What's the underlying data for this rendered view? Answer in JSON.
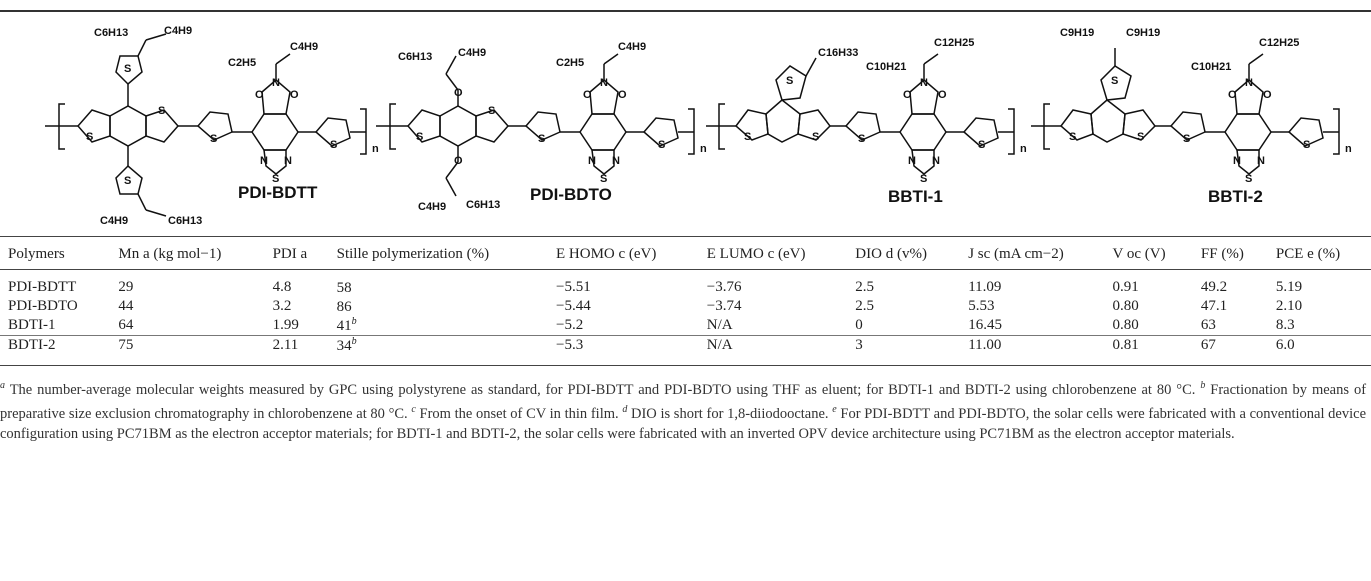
{
  "structures": {
    "labels": [
      "PDI-BDTT",
      "PDI-BDTO",
      "BBTI-1",
      "BBTI-2"
    ],
    "atoms": {
      "sulfur": "S",
      "nitrogen": "N",
      "oxygen": "O",
      "repeat": "n",
      "c6h13": "C6H13",
      "c4h9": "C4H9",
      "c2h5": "C2H5",
      "c16h33": "C16H33",
      "c12h25": "C12H25",
      "c10h21": "C10H21",
      "c9h19": "C9H19"
    }
  },
  "table": {
    "headers": [
      "Polymers",
      "Mn a (kg mol−1)",
      "PDI a",
      "Stille polymerization (%)",
      "E HOMO c (eV)",
      "E LUMO c (eV)",
      "DIO d (v%)",
      "J sc (mA cm−2)",
      "V oc (V)",
      "FF (%)",
      "PCE e (%)"
    ],
    "rows": [
      [
        "PDI-BDTT",
        "29",
        "4.8",
        "58",
        "−5.51",
        "−3.76",
        "2.5",
        "11.09",
        "0.91",
        "49.2",
        "5.19"
      ],
      [
        "PDI-BDTO",
        "44",
        "3.2",
        "86",
        "−5.44",
        "−3.74",
        "2.5",
        "5.53",
        "0.80",
        "47.1",
        "2.10"
      ],
      [
        "BDTI-1",
        "64",
        "1.99",
        "41",
        "−5.2",
        "N/A",
        "0",
        "16.45",
        "0.80",
        "63",
        "8.3"
      ],
      [
        "BDTI-2",
        "75",
        "2.11",
        "34",
        "−5.3",
        "N/A",
        "3",
        "11.00",
        "0.81",
        "67",
        "6.0"
      ]
    ],
    "stille_marks": [
      "",
      "",
      "b",
      "b"
    ]
  },
  "footnotes": [
    {
      "mark": "a",
      "text": "The number-average molecular weights measured by GPC using polystyrene as standard, for PDI-BDTT and PDI-BDTO using THF as eluent; for BDTI-1 and BDTI-2 using chlorobenzene at 80 °C."
    },
    {
      "mark": "b",
      "text": "Fractionation by means of preparative size exclusion chromatography in chlorobenzene at 80 °C."
    },
    {
      "mark": "c",
      "text": "From the onset of CV in thin film."
    },
    {
      "mark": "d",
      "text": "DIO is short for 1,8-diiodooctane."
    },
    {
      "mark": "e",
      "text": "For PDI-BDTT and PDI-BDTO, the solar cells were fabricated with a conventional device configuration using PC71BM as the electron acceptor materials; for BDTI-1 and BDTI-2, the solar cells were fabricated with an inverted OPV device architecture using PC71BM as the electron acceptor materials."
    }
  ]
}
